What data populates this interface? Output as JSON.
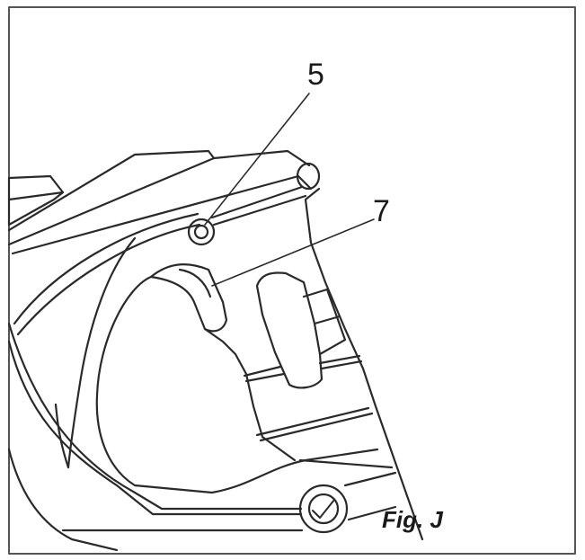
{
  "callouts": {
    "five": "5",
    "seven": "7"
  },
  "caption": "Fig. J",
  "colors": {
    "line": "#2a2a2a",
    "frame": "#555555",
    "background": "#ffffff"
  }
}
